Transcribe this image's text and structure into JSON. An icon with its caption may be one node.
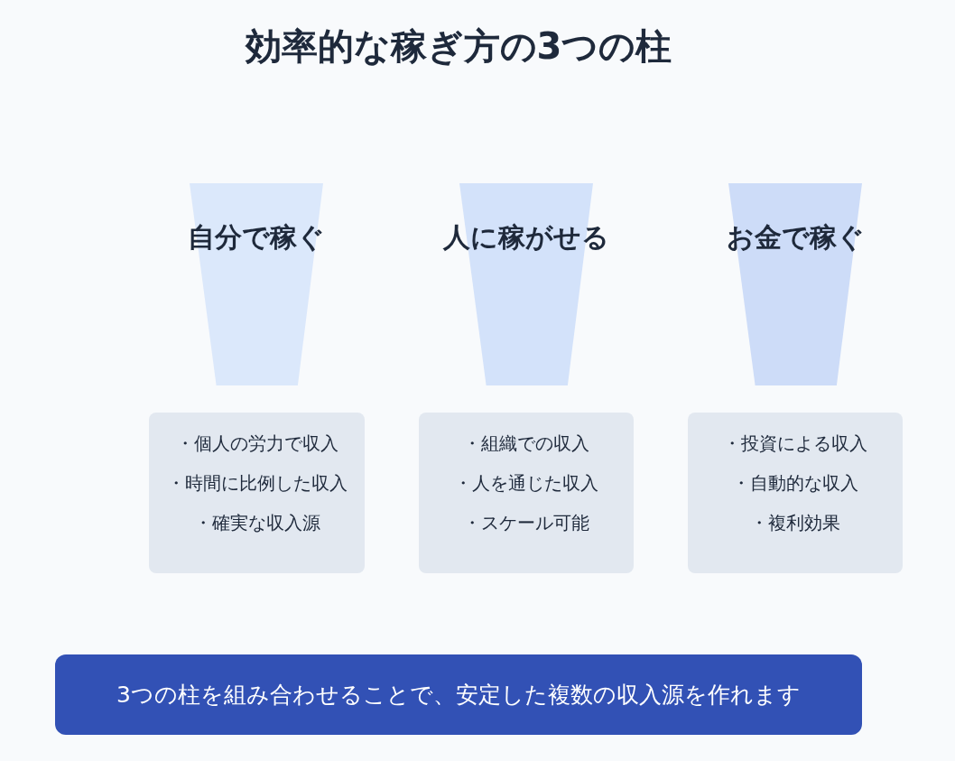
{
  "diagram": {
    "title": "効率的な稼ぎ方の3つの柱",
    "nodes": [
      {
        "text": [
          "自分で稼ぐ"
        ]
      },
      {
        "text": [
          "人に稼がせる"
        ]
      },
      {
        "text": [
          "お金で稼ぐ"
        ]
      },
      {
        "text": [
          "・個人の労力で収入",
          "・時間に比例した収入",
          "・確実な収入源"
        ]
      },
      {
        "text": [
          "・組織での収入",
          "・人を通じた収入",
          "・スケール可能"
        ]
      },
      {
        "text": [
          "・投資による収入",
          "・自動的な収入",
          "・複利効果"
        ]
      },
      {
        "text": [
          "3つの柱を組み合わせることで、安定した複数の収入源を作れます"
        ]
      }
    ]
  }
}
